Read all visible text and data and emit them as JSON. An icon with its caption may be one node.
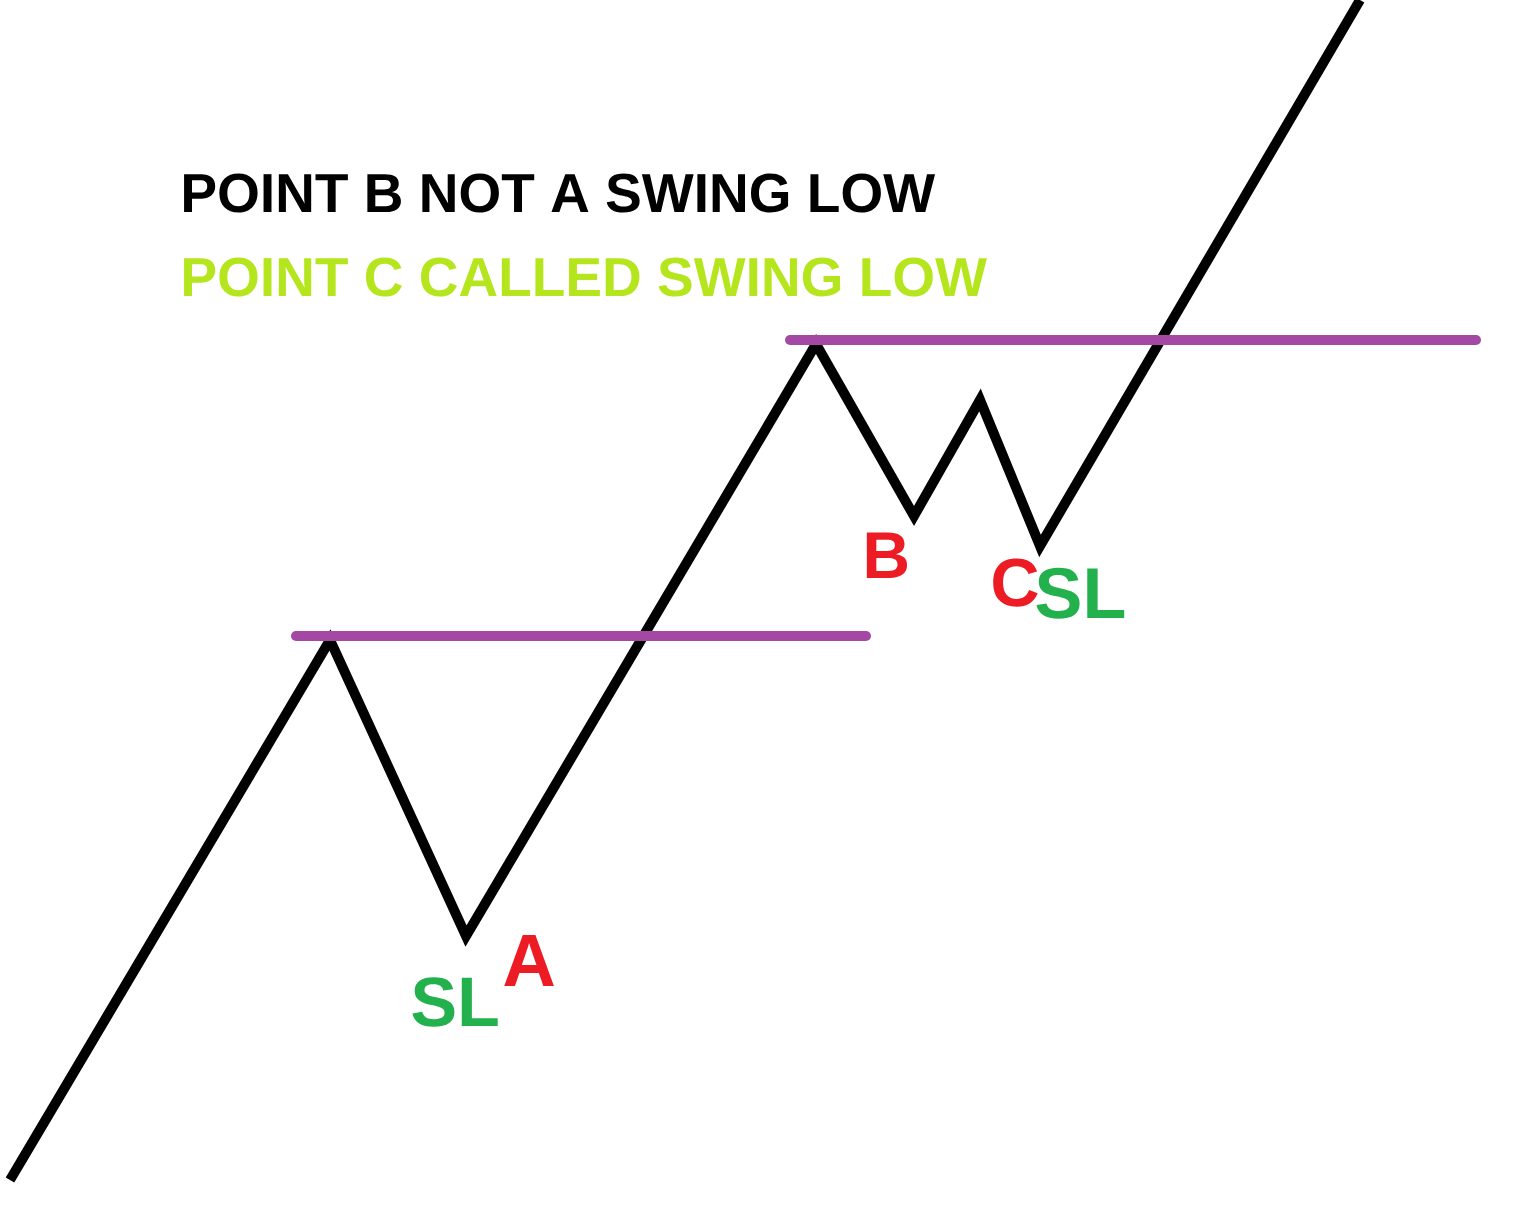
{
  "diagram": {
    "labels": [
      "POINT B NOT A SWING LOW",
      "POINT C CALLED SWING LOW",
      "B",
      "C",
      "SL",
      "A",
      "SL"
    ]
  }
}
